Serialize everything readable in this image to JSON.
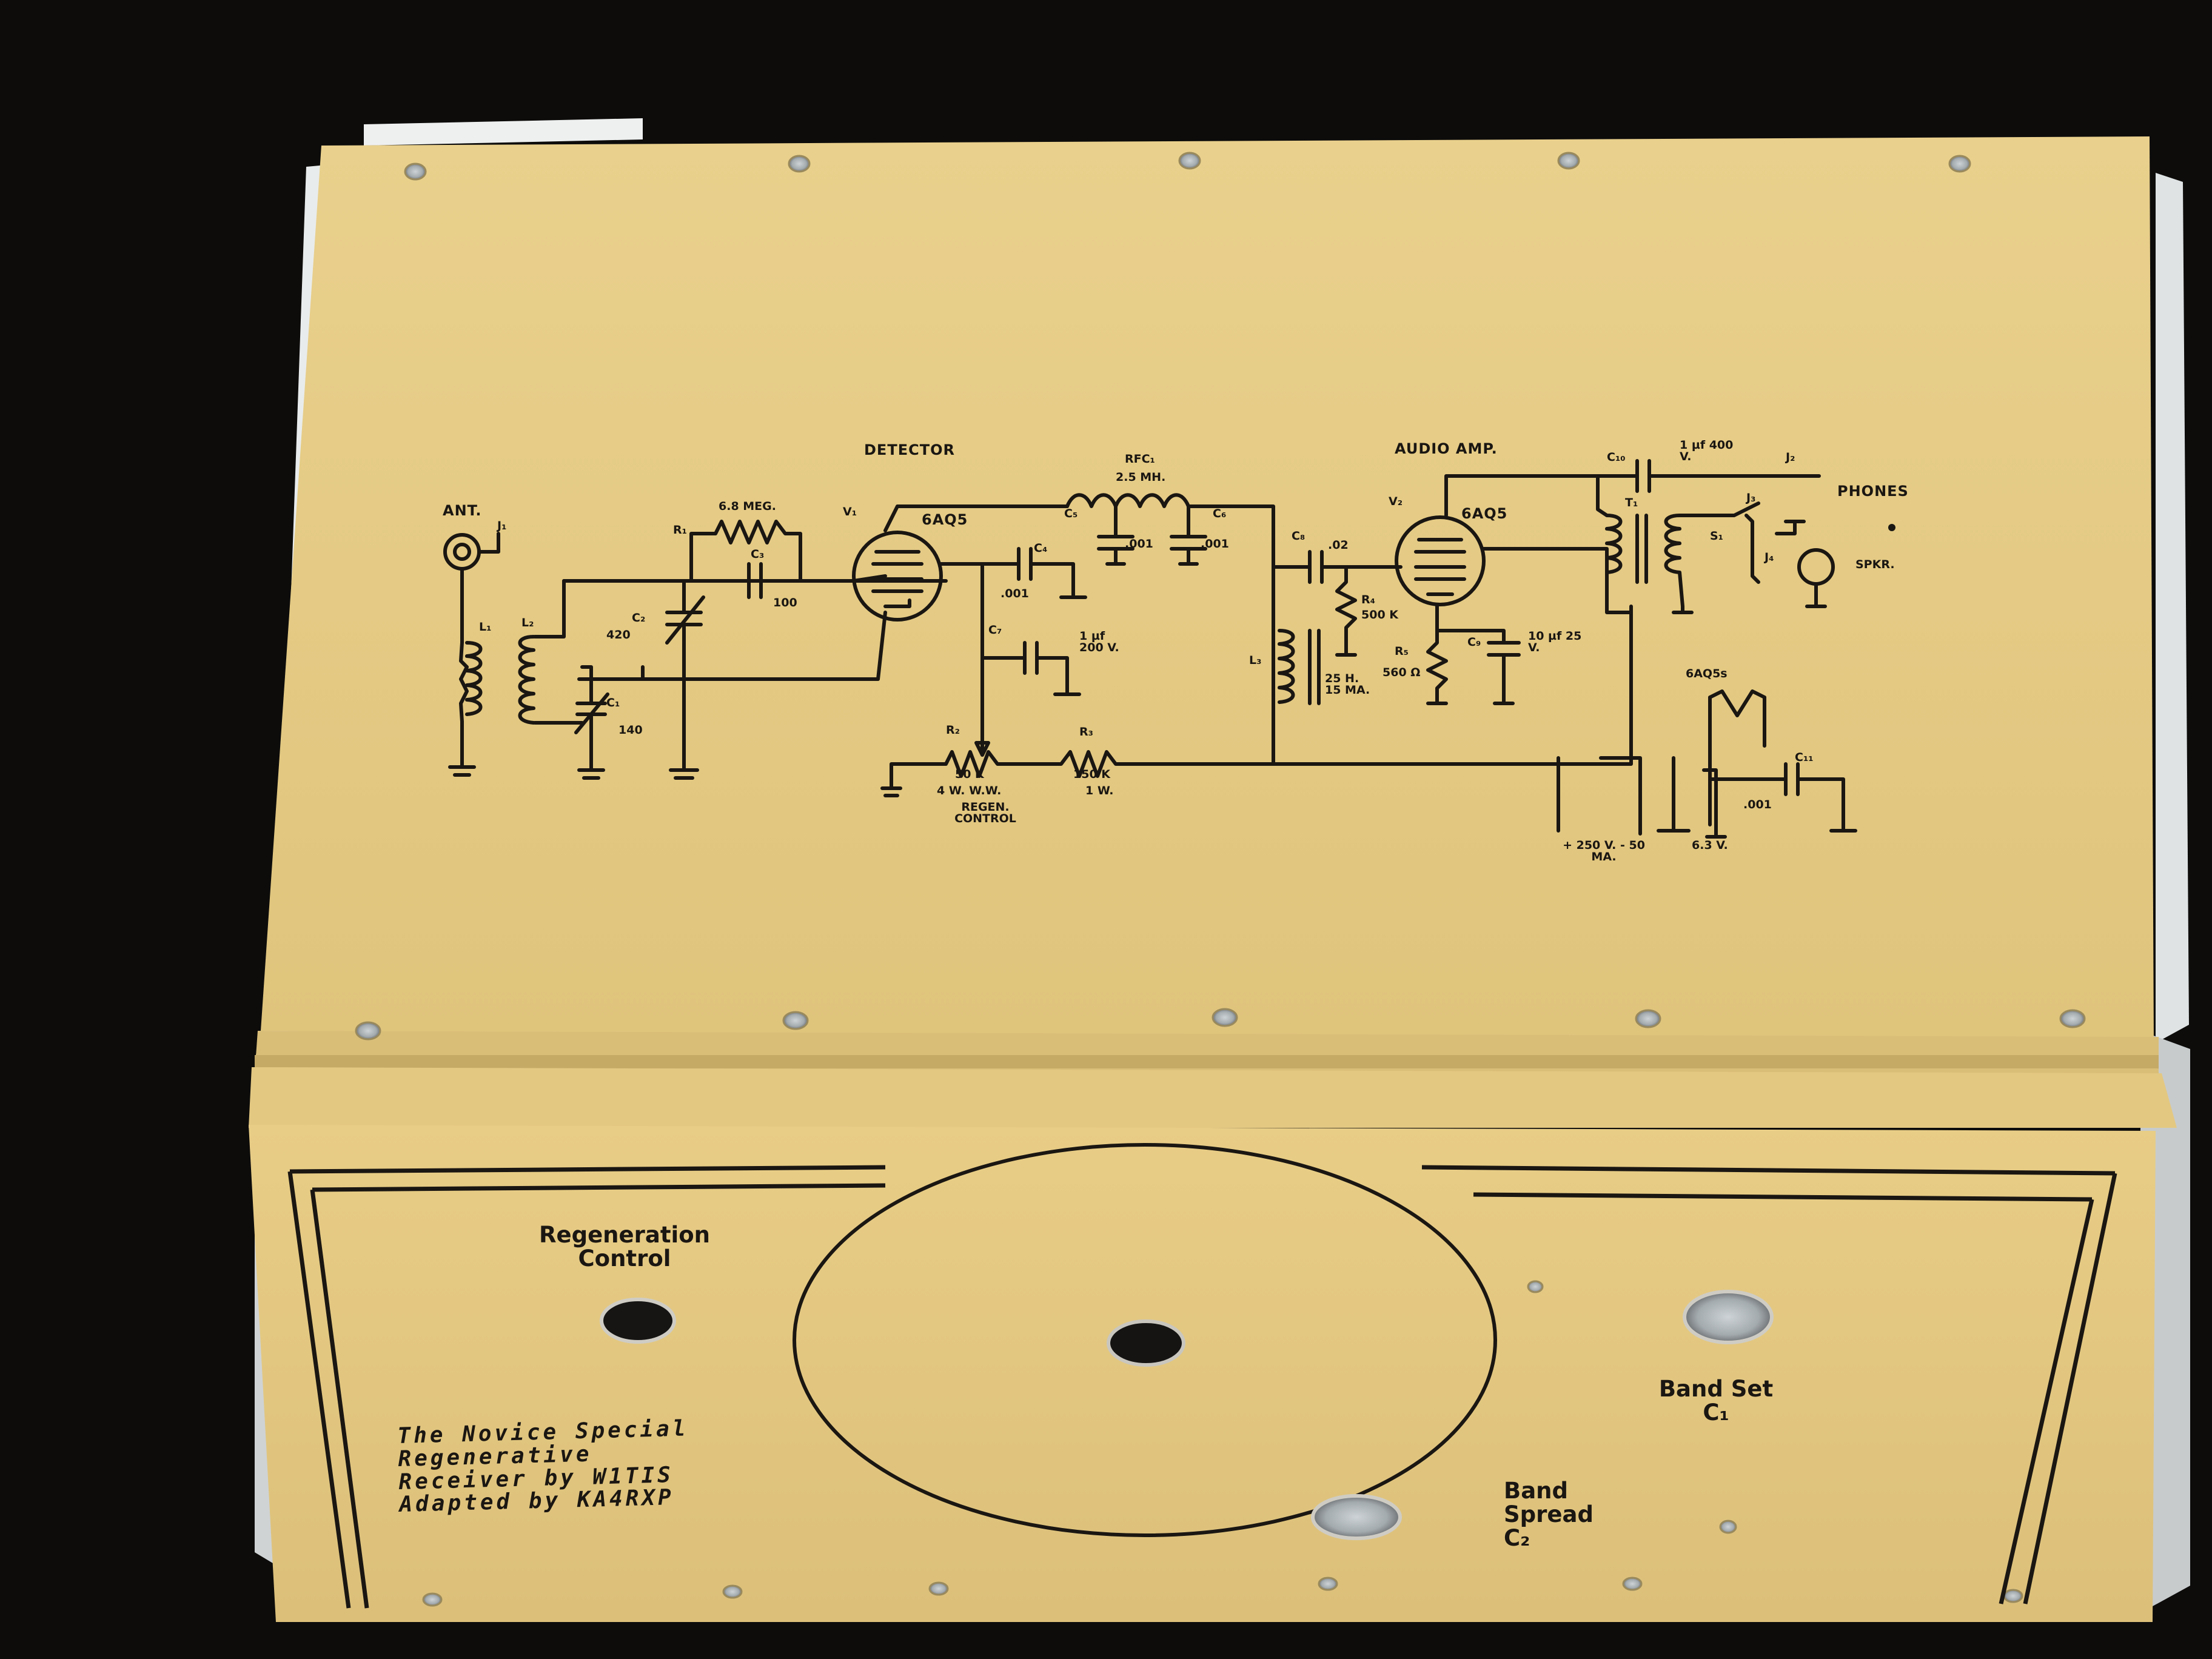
{
  "front_panel": {
    "regeneration_label": [
      "Regeneration",
      "Control"
    ],
    "band_set_label": [
      "Band Set",
      "C₁"
    ],
    "band_spread_label": [
      "Band",
      "Spread",
      "C₂"
    ],
    "credits": [
      "The Novice Special",
      "Regenerative",
      "Receiver by W1TIS",
      "Adapted by KA4RXP"
    ]
  },
  "schematic": {
    "section_labels": {
      "detector": "DETECTOR",
      "audio_amp": "AUDIO AMP."
    },
    "components": {
      "ant": "ANT.",
      "j1": "J₁",
      "l1": "L₁",
      "l2": "L₂",
      "c2": "C₂",
      "c2_value": "420",
      "c1": "C₁",
      "c1_value": "140",
      "r1": "R₁",
      "r1_value": "6.8 MEG.",
      "c3": "C₃",
      "c3_value": "100",
      "v1": "V₁",
      "v1_tube": "6AQ5",
      "rfc1": "RFC₁",
      "rfc1_value": "2.5 MH.",
      "c4": "C₄",
      "c4_value": ".001",
      "c5": "C₅",
      "c5_value": ".001",
      "c6": "C₆",
      "c6_value": ".001",
      "c7": "C₇",
      "c7_value": "1 µf 200 V.",
      "c8": "C₈",
      "c8_value": ".02",
      "r2": "R₂",
      "r2_value": "50 K",
      "r2_rating": "4 W. W.W.",
      "regen_control": "REGEN. CONTROL",
      "r3": "R₃",
      "r3_value": "150 K",
      "r3_rating": "1 W.",
      "l3": "L₃",
      "l3_value": "25 H. 15 MA.",
      "r4": "R₄",
      "r4_value": "500 K",
      "r5": "R₅",
      "r5_value": "560 Ω",
      "c9": "C₉",
      "c9_value": "10 µf 25 V.",
      "v2": "V₂",
      "v2_tube": "6AQ5",
      "c10": "C₁₀",
      "c10_value": "1 µf 400 V.",
      "j2": "J₂",
      "phones": "PHONES",
      "t1": "T₁",
      "s1": "S₁",
      "j3": "J₃",
      "j4": "J₄",
      "spkr": "SPKR.",
      "heater_tubes": "6AQ5s",
      "c11": "C₁₁",
      "c11_value": ".001",
      "b_plus": "+ 250 V. - 50 MA.",
      "heater_supply": "6.3 V."
    }
  },
  "colors": {
    "panel": "#e6cc86",
    "panel_shadow": "#c9ae6c",
    "ink": "#1a1612",
    "background": "#0d0c0b",
    "holes": "#b9bfc2"
  }
}
